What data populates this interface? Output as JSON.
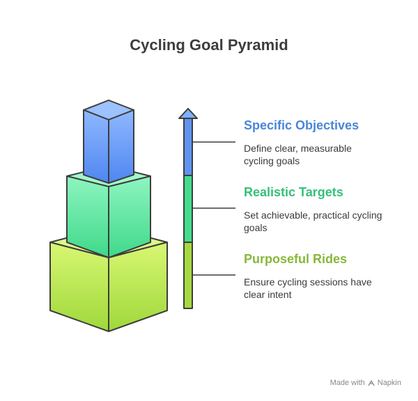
{
  "title": "Cycling Goal Pyramid",
  "levels": [
    {
      "title": "Specific Objectives",
      "description": "Define clear, measurable cycling goals",
      "color": "#4a86d8"
    },
    {
      "title": "Realistic Targets",
      "description": "Set achievable, practical cycling goals",
      "color": "#36c07a"
    },
    {
      "title": "Purposeful Rides",
      "description": "Ensure cycling sessions have clear intent",
      "color": "#86b83a"
    }
  ],
  "footer": {
    "made_with": "Made with",
    "brand": "Napkin",
    "brand_icon": "napkin-logo-icon"
  }
}
